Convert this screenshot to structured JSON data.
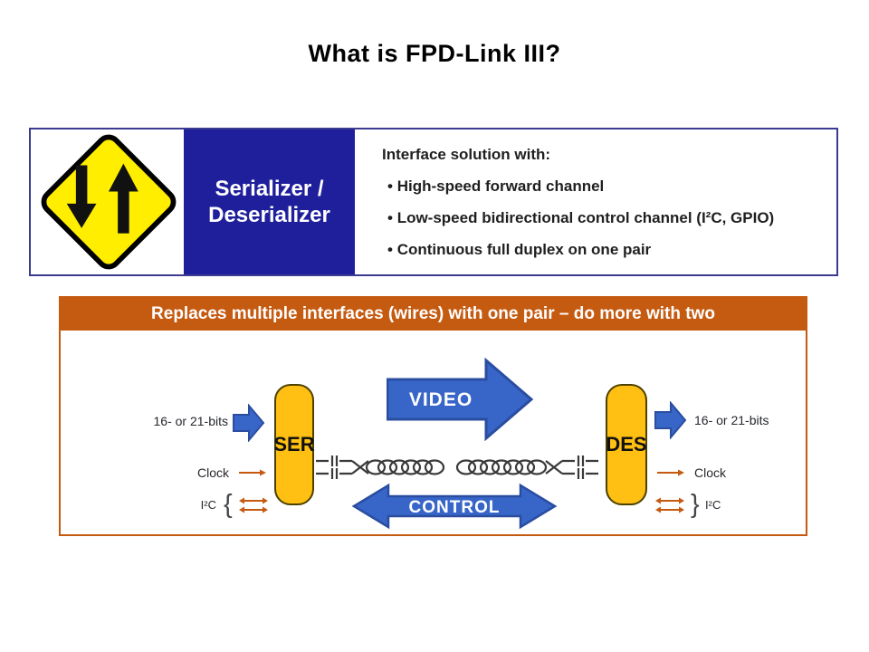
{
  "title": "What is FPD-Link III?",
  "colors": {
    "accent_orange": "#C55A11",
    "navy_blue": "#1F1F9C",
    "box_border_blue": "#3B3B8F",
    "arrow_blue": "#3766C8",
    "arrow_blue_border": "#2A4DA0",
    "block_gold": "#FFC013",
    "block_gold_border": "#4D4100",
    "sign_yellow": "#FFEE00",
    "wire_gray": "#3A3A3A",
    "text_dark": "#1F1F1F"
  },
  "serdes_box": {
    "title_line1": "Serializer /",
    "title_line2": "Deserializer",
    "heading": "Interface solution with:",
    "bullets": [
      "High-speed forward channel",
      "Low-speed bidirectional control channel (I²C, GPIO)",
      "Continuous full duplex on one pair"
    ]
  },
  "diagram": {
    "header": "Replaces multiple interfaces (wires) with one pair – do more with two",
    "ser": "SER",
    "des": "DES",
    "video": "VIDEO",
    "control": "CONTROL",
    "left": {
      "bits": "16- or 21-bits",
      "clock": "Clock",
      "i2c": "I²C",
      "brace": "{"
    },
    "right": {
      "bits": "16- or 21-bits",
      "clock": "Clock",
      "i2c": "I²C",
      "brace": "}"
    }
  }
}
